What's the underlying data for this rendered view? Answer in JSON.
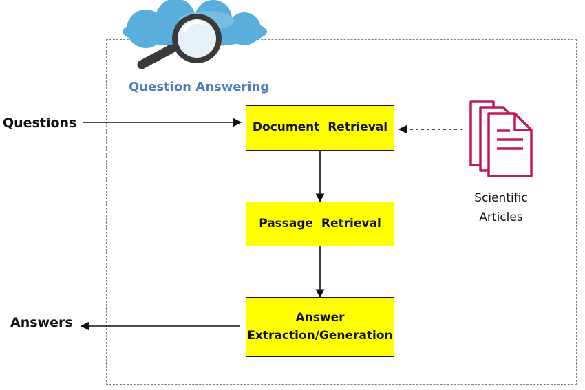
{
  "title": "Question Answering",
  "inputs": {
    "questions": "Questions",
    "answers": "Answers"
  },
  "steps": [
    {
      "lines": [
        "Document  Retrieval"
      ]
    },
    {
      "lines": [
        "Passage  Retrieval"
      ]
    },
    {
      "lines": [
        "Answer",
        "Extraction/Generation"
      ]
    }
  ],
  "source": {
    "lines": [
      "Scientific",
      "Articles"
    ]
  },
  "colors": {
    "box_fill": "#ffff00",
    "title": "#4a7ec2",
    "cloud": "#5aaedb",
    "documents": "#c2185b",
    "frame": "#808080"
  },
  "icons": {
    "search": "cloud-magnifier-icon",
    "documents": "documents-icon"
  }
}
